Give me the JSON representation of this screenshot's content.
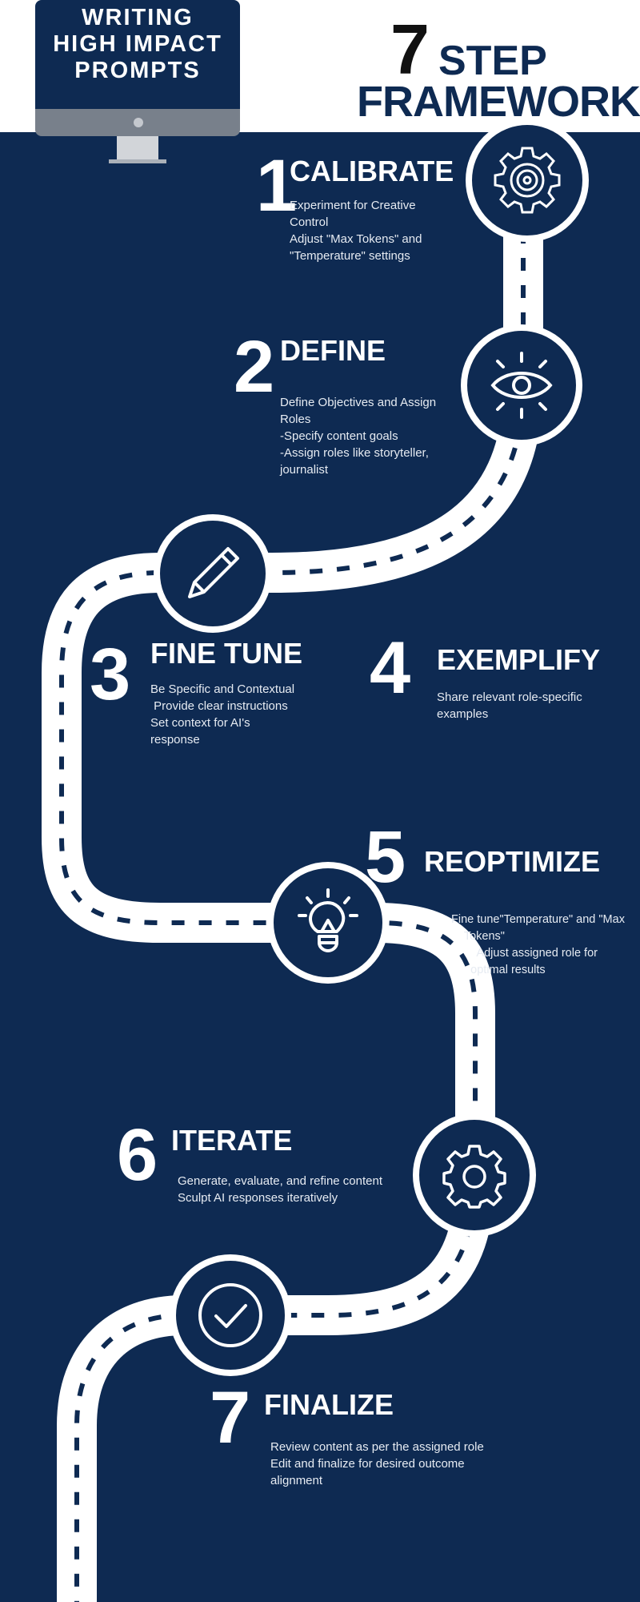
{
  "header": {
    "monitor_title_lines": [
      "WRITING",
      "HIGH IMPACT",
      "PROMPTS"
    ],
    "big_number": "7",
    "title_line1": "STEP",
    "title_line2": "FRAMEWORK"
  },
  "steps": [
    {
      "number": "1",
      "title": "CALIBRATE",
      "desc": [
        "Experiment for Creative",
        "Control",
        "Adjust \"Max Tokens\" and",
        "\"Temperature\" settings"
      ],
      "icon": "target-gear-icon"
    },
    {
      "number": "2",
      "title": "DEFINE",
      "desc": [
        "Define Objectives and Assign",
        "Roles",
        "-Specify content goals",
        "-Assign roles like storyteller,",
        "journalist"
      ],
      "icon": "eye-icon"
    },
    {
      "number": "3",
      "title": "FINE TUNE",
      "desc": [
        "Be Specific and Contextual",
        " Provide clear instructions",
        "Set context for AI's",
        "response"
      ],
      "icon": "pencil-icon"
    },
    {
      "number": "4",
      "title": "EXEMPLIFY",
      "desc": [
        "Share relevant role-specific",
        "examples"
      ]
    },
    {
      "number": "5",
      "title": "REOPTIMIZE",
      "desc": [
        "Fine tune\"Temperature\" and \"Max",
        "    Tokens\"",
        "        Adjust assigned role for",
        "      optimal results"
      ],
      "icon": "lightbulb-icon"
    },
    {
      "number": "6",
      "title": "ITERATE",
      "desc": [
        "Generate, evaluate, and refine content",
        "Sculpt AI responses iteratively"
      ],
      "icon": "gear-icon"
    },
    {
      "number": "7",
      "title": "FINALIZE",
      "desc": [
        "Review content as per the assigned role",
        "Edit and finalize for desired outcome",
        "alignment"
      ],
      "icon": "checkmark-icon"
    }
  ],
  "colors": {
    "navy": "#0e2a52",
    "white": "#ffffff",
    "bezel": "#78808b"
  }
}
